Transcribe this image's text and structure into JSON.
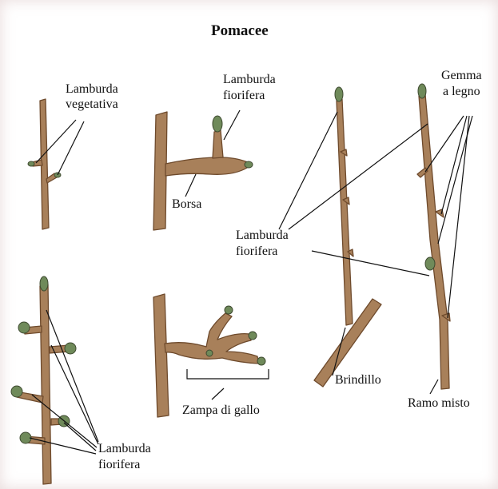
{
  "title": "Pomacee",
  "labels": {
    "lamburda_vegetativa_1": "Lamburda",
    "lamburda_vegetativa_2": "vegetativa",
    "lamburda_fiorifera_top_1": "Lamburda",
    "lamburda_fiorifera_top_2": "fiorifera",
    "borsa": "Borsa",
    "gemma_legno_1": "Gemma",
    "gemma_legno_2": "a legno",
    "lamburda_fiorifera_mid_1": "Lamburda",
    "lamburda_fiorifera_mid_2": "fiorifera",
    "zampa_di_gallo": "Zampa di gallo",
    "brindillo": "Brindillo",
    "ramo_misto": "Ramo misto",
    "lamburda_fiorifera_bottom_1": "Lamburda",
    "lamburda_fiorifera_bottom_2": "fiorifera"
  },
  "colors": {
    "wood": "#a8805a",
    "wood_dark": "#6e4a2c",
    "bud_green": "#6f8a5a",
    "line": "#111111"
  }
}
